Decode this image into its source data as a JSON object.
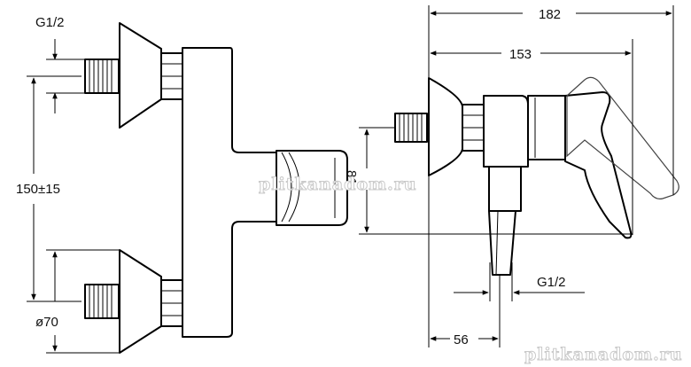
{
  "labels": {
    "front_thread": "G1/2",
    "center_distance": "150±15",
    "escutcheon_diameter": "ø70",
    "overall_depth": "182",
    "lever_depth": "153",
    "height_to_outlet": "81",
    "wall_to_outlet": "56",
    "outlet_thread": "G1/2"
  },
  "watermarks": {
    "center": "plitkanadom.ru",
    "corner": "plitkanadom.ru"
  }
}
